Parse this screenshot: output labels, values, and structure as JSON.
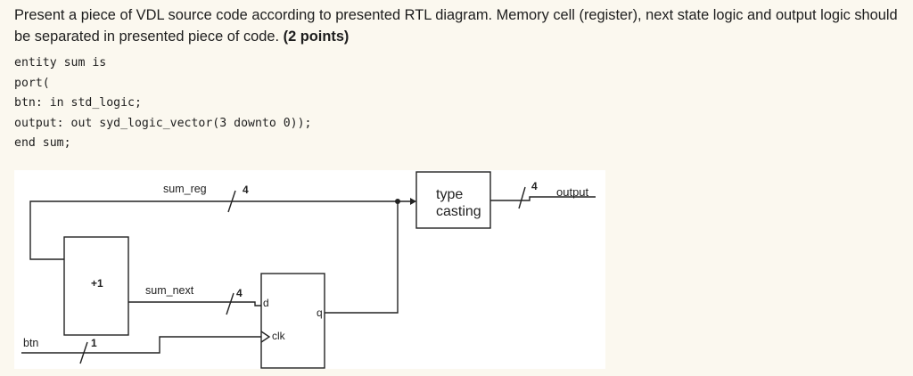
{
  "question": {
    "text": "Present a piece of VDL source code according to presented RTL diagram. Memory cell (register), next state logic and output logic should be separated in presented piece of code.",
    "points": "(2 points)"
  },
  "code_lines": [
    "entity sum is",
    "port(",
    "btn: in std_logic;",
    "output: out syd_logic_vector(3 downto 0));",
    "end sum;"
  ],
  "diagram": {
    "sum_reg_label": "sum_reg",
    "sum_reg_width": "4",
    "type_casting_line1": "type",
    "type_casting_line2": "casting",
    "output_width": "4",
    "output_label": "output",
    "incrementer_label": "+1",
    "sum_next_label": "sum_next",
    "sum_next_width": "4",
    "reg_d_label": "d",
    "reg_q_label": "q",
    "reg_clk_label": "clk",
    "btn_label": "btn",
    "btn_width": "1"
  }
}
